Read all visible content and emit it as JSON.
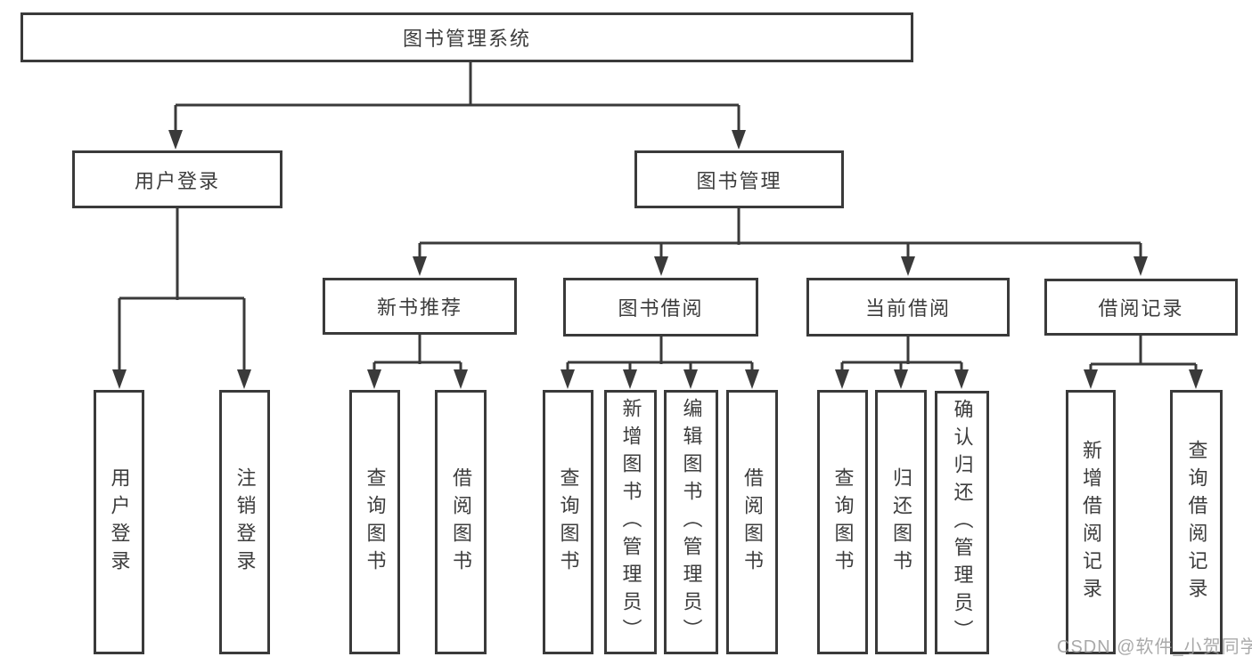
{
  "diagram": {
    "root": "图书管理系统",
    "branches": [
      {
        "label": "用户登录",
        "children": [
          "用户登录",
          "注销登录"
        ]
      },
      {
        "label": "图书管理",
        "sections": [
          {
            "label": "新书推荐",
            "children": [
              "查询图书",
              "借阅图书"
            ]
          },
          {
            "label": "图书借阅",
            "children": [
              "查询图书",
              "新增图书（管理员）",
              "编辑图书（管理员）",
              "借阅图书"
            ]
          },
          {
            "label": "当前借阅",
            "children": [
              "查询图书",
              "归还图书",
              "确认归还（管理员）"
            ]
          },
          {
            "label": "借阅记录",
            "children": [
              "新增借阅记录",
              "查询借阅记录"
            ]
          }
        ]
      }
    ]
  },
  "watermark": {
    "text": "CSDN @软件_小贺同学"
  },
  "colors": {
    "line": "#3a3a3a",
    "text": "#3d3d3d",
    "watermark": "#9b9b9b"
  }
}
